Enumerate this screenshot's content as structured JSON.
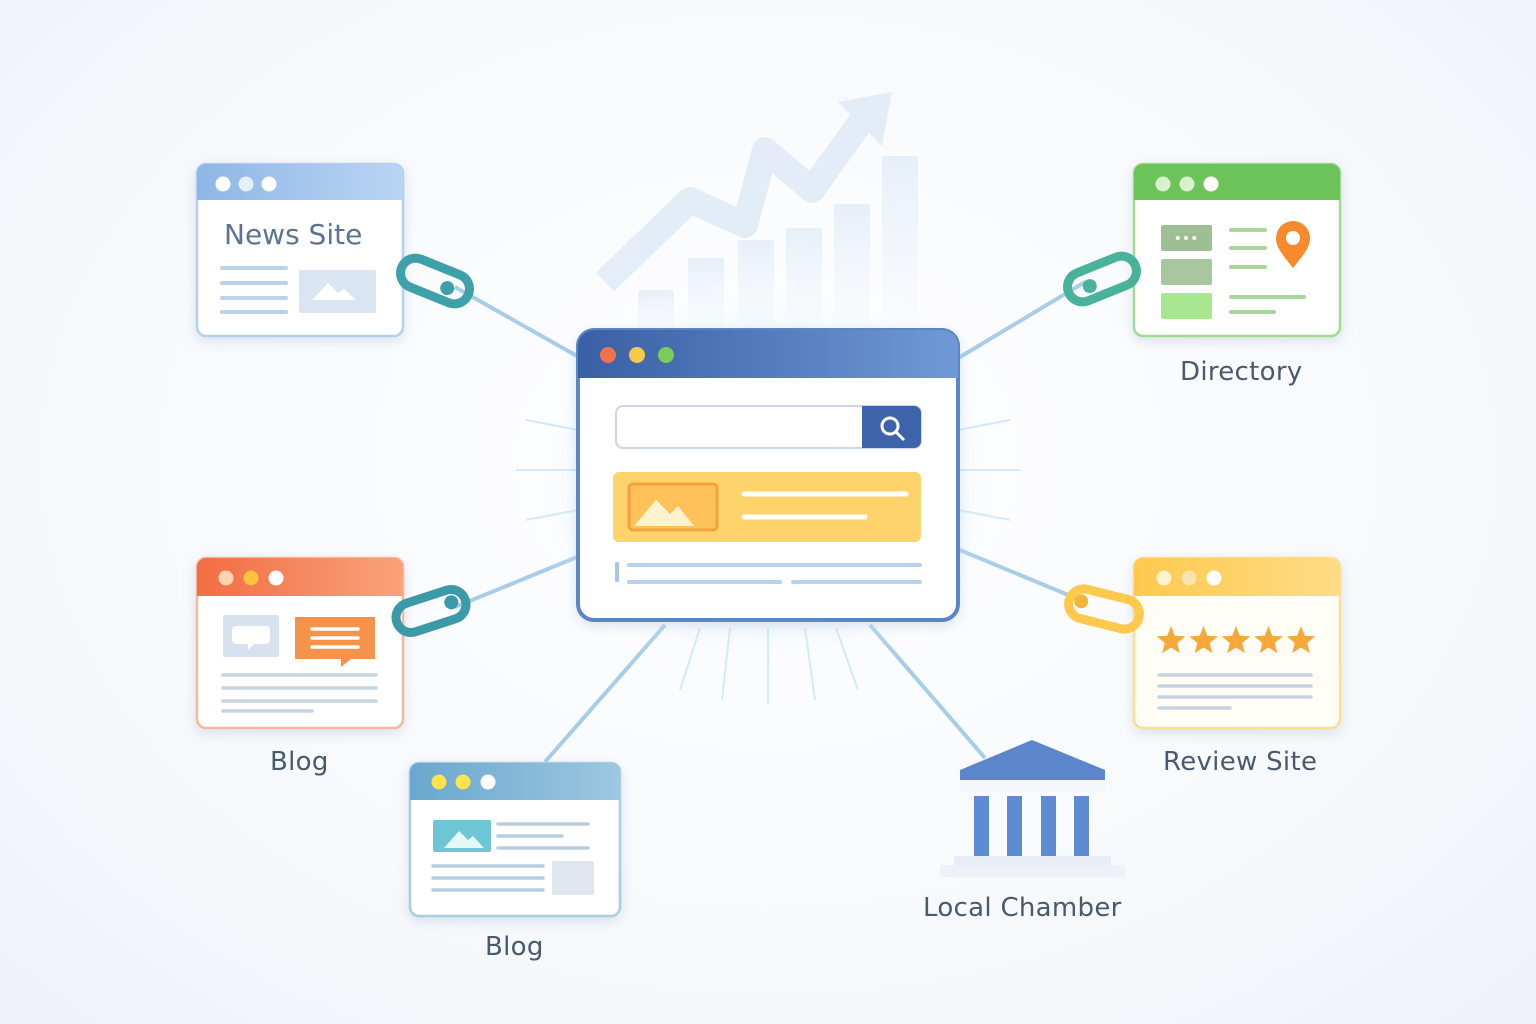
{
  "hub": {
    "search_icon": "search-icon",
    "accent": "#3f66a8"
  },
  "sites": {
    "news": {
      "title": "News Site",
      "color": "#a9c8ee",
      "icon": "image-icon"
    },
    "directory": {
      "label": "Directory",
      "color": "#6cc35a",
      "icon": "map-pin-icon"
    },
    "blog_left": {
      "label": "Blog",
      "color": "#f58a5c",
      "icon": "chat-bubble-icon"
    },
    "blog_bottom": {
      "label": "Blog",
      "color": "#7bb8d6",
      "icon": "image-icon"
    },
    "chamber": {
      "label": "Local Chamber",
      "color": "#5b86cc",
      "icon": "building-columns-icon"
    },
    "review": {
      "label": "Review Site",
      "color": "#ffd06a",
      "icon": "star-icon",
      "rating": 5
    }
  },
  "link_icon": "chain-link-icon",
  "background_icon": "growth-chart-icon"
}
